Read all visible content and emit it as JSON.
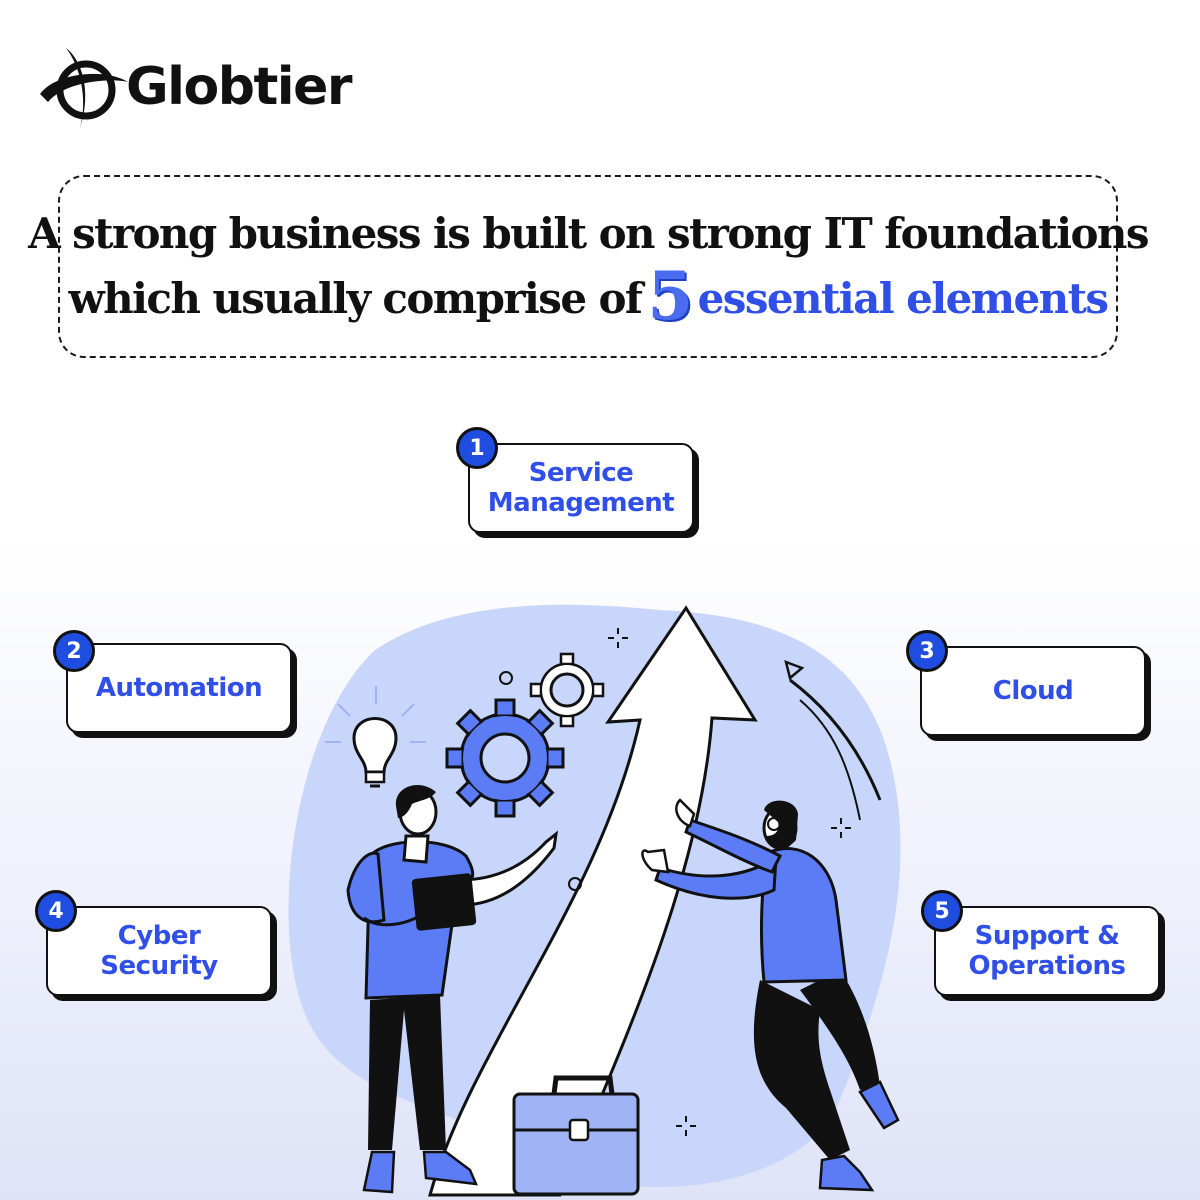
{
  "brand": {
    "name": "Globtier",
    "logo_icon": "globe-orbit-icon"
  },
  "headline": {
    "line1": "A strong business is built on strong IT foundations",
    "line2_prefix": "which usually comprise of",
    "number": "5",
    "line2_suffix": "essential elements"
  },
  "elements": [
    {
      "number": "1",
      "label": "Service\nManagement"
    },
    {
      "number": "2",
      "label": "Automation"
    },
    {
      "number": "3",
      "label": "Cloud"
    },
    {
      "number": "4",
      "label": "Cyber\nSecurity"
    },
    {
      "number": "5",
      "label": "Support &\nOperations"
    }
  ],
  "colors": {
    "accent": "#2f4fe8",
    "badge": "#1f4de0",
    "illustration_blob": "#c9d6fb",
    "shirt": "#5b7cf5",
    "ink": "#111111"
  },
  "illustration": {
    "icons": [
      "lightbulb-icon",
      "gear-icon",
      "arrow-up-icon",
      "briefcase-icon",
      "person-with-tablet",
      "person-reaching"
    ]
  }
}
